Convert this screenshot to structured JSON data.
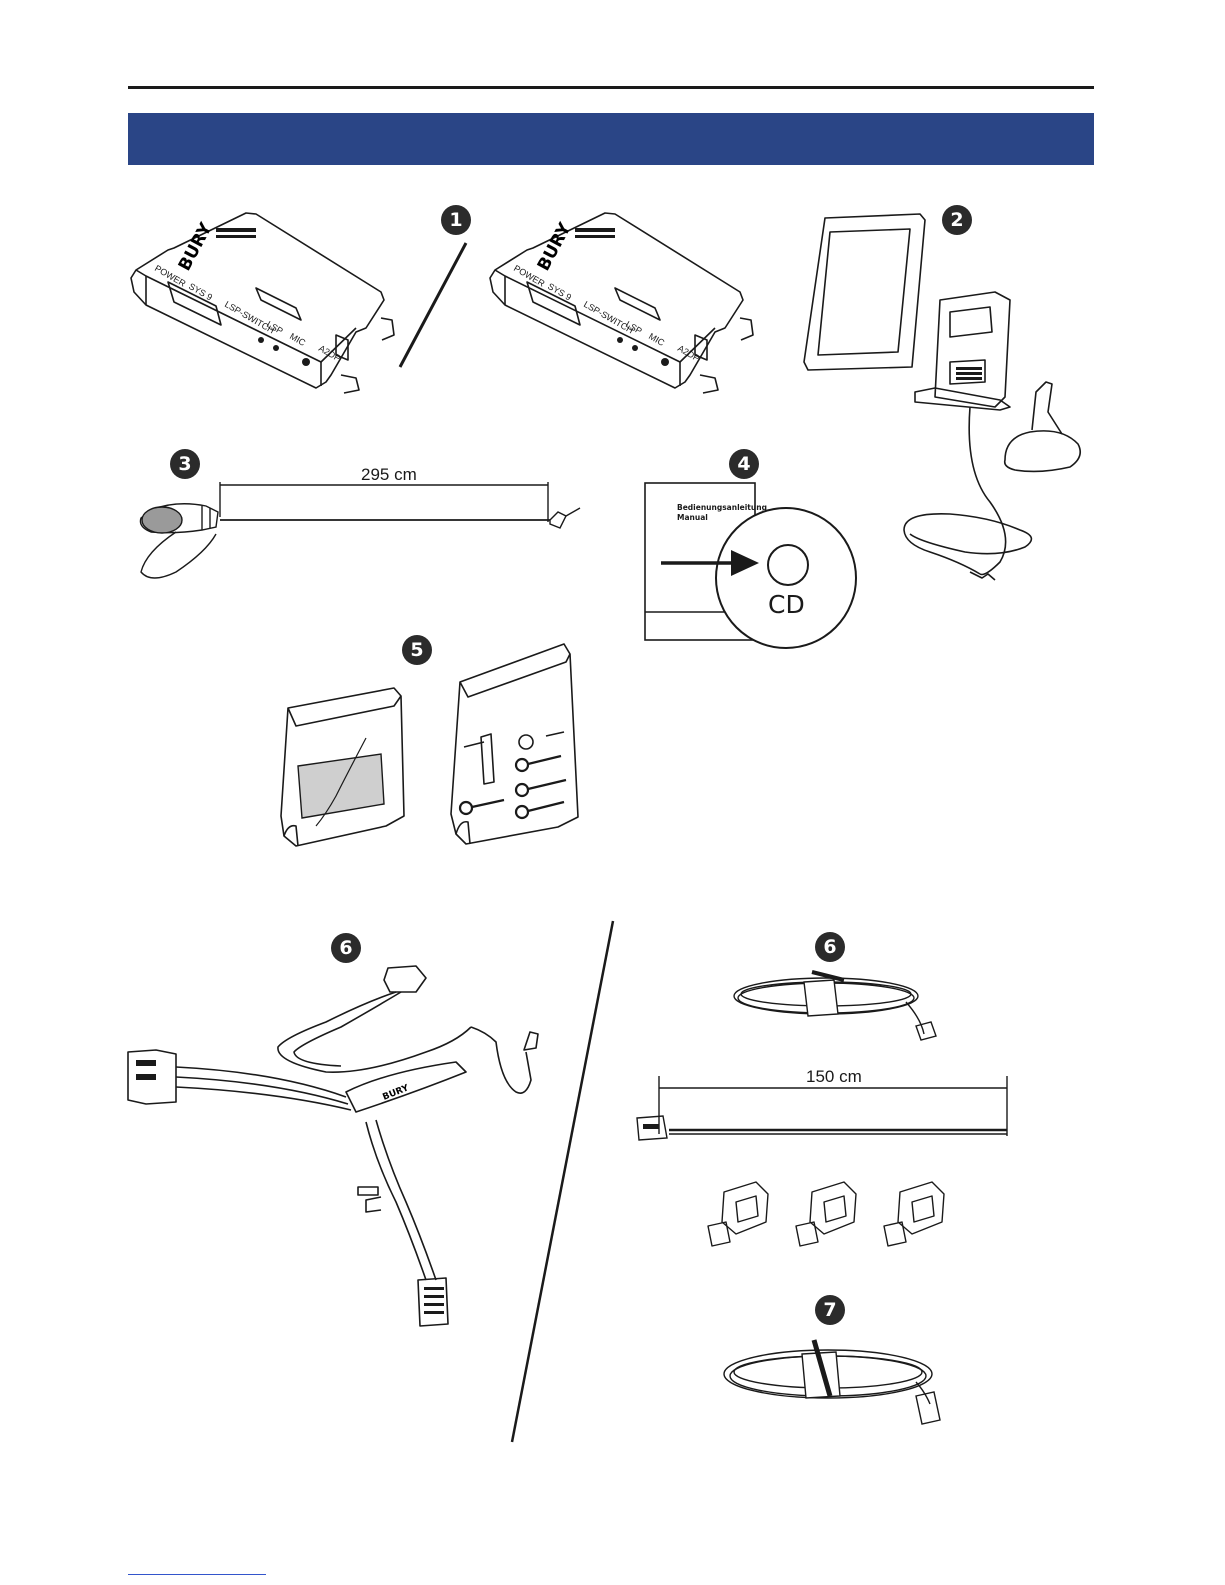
{
  "header": {
    "bar_color": "#2a4586"
  },
  "badges": {
    "b1": "1",
    "b2": "2",
    "b3": "3",
    "b4": "4",
    "b5": "5",
    "b6a": "6",
    "b6b": "6",
    "b7": "7"
  },
  "module": {
    "brand": "BURY",
    "ports": [
      "POWER",
      "SYS 9",
      "LSP-SWITCH",
      "LSP",
      "MIC",
      "A2DP"
    ]
  },
  "microphone": {
    "cable_length": "295 cm"
  },
  "manual": {
    "line1": "Bedienungsanleitung",
    "line2": "Manual",
    "cd": "CD"
  },
  "harness": {
    "brand": "BURY"
  },
  "cable": {
    "length": "150 cm"
  },
  "footer": {
    "link_color": "#3355cc"
  }
}
